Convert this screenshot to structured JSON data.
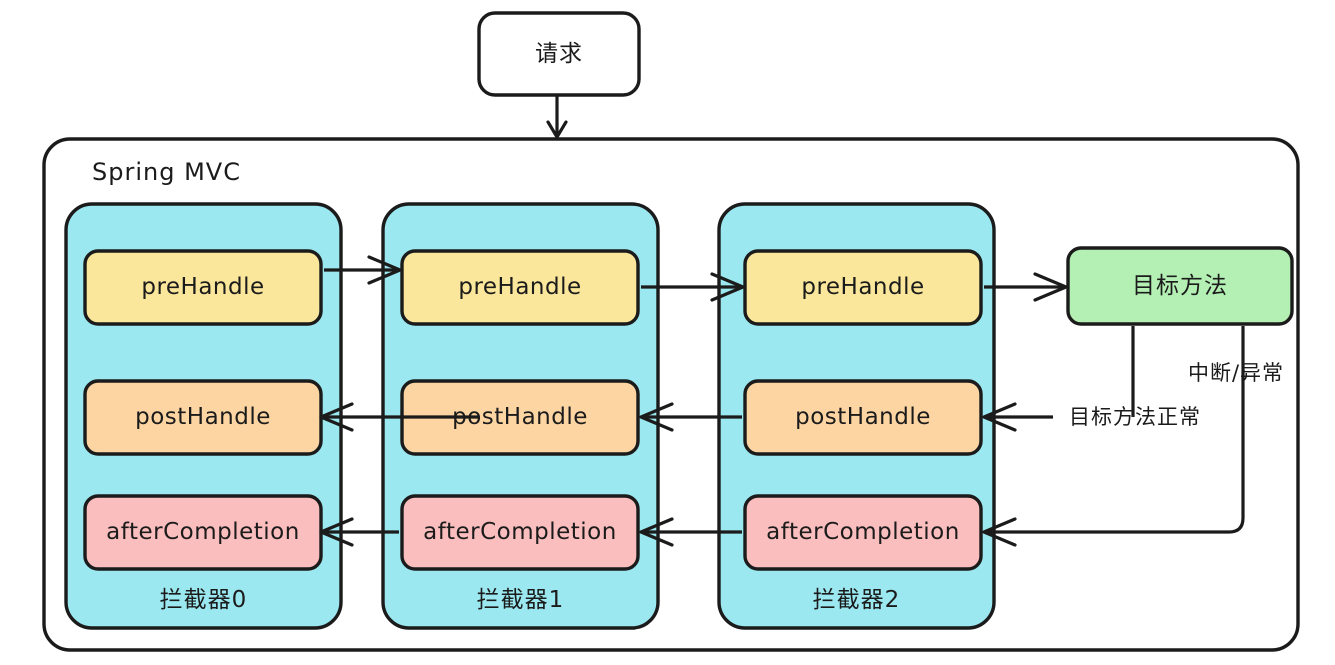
{
  "diagram": {
    "title_text": "Spring MVC",
    "request_box": {
      "label": "请求"
    },
    "container": {
      "label": "Spring MVC"
    },
    "target_method": {
      "label": "目标方法"
    },
    "interceptors": [
      {
        "name": "拦截器0",
        "methods": [
          {
            "label": "preHandle",
            "color": "#fae79b"
          },
          {
            "label": "postHandle",
            "color": "#fcd5a3"
          },
          {
            "label": "afterCompletion",
            "color": "#fbbebe"
          }
        ]
      },
      {
        "name": "拦截器1",
        "methods": [
          {
            "label": "preHandle",
            "color": "#fae79b"
          },
          {
            "label": "postHandle",
            "color": "#fcd5a3"
          },
          {
            "label": "afterCompletion",
            "color": "#fbbebe"
          }
        ]
      },
      {
        "name": "拦截器2",
        "methods": [
          {
            "label": "preHandle",
            "color": "#fae79b"
          },
          {
            "label": "postHandle",
            "color": "#fcd5a3"
          },
          {
            "label": "afterCompletion",
            "color": "#fbbebe"
          }
        ]
      }
    ],
    "edge_labels": {
      "normal": "目标方法正常",
      "exception": "中断/异常"
    },
    "colors": {
      "interceptor_fill": "#9be8f0",
      "prehandle_fill": "#fae79b",
      "posthandle_fill": "#fcd5a3",
      "aftercompletion_fill": "#fbbebe",
      "target_fill": "#b4f0b4",
      "stroke": "#1b1b1b",
      "background": "#ffffff"
    }
  }
}
